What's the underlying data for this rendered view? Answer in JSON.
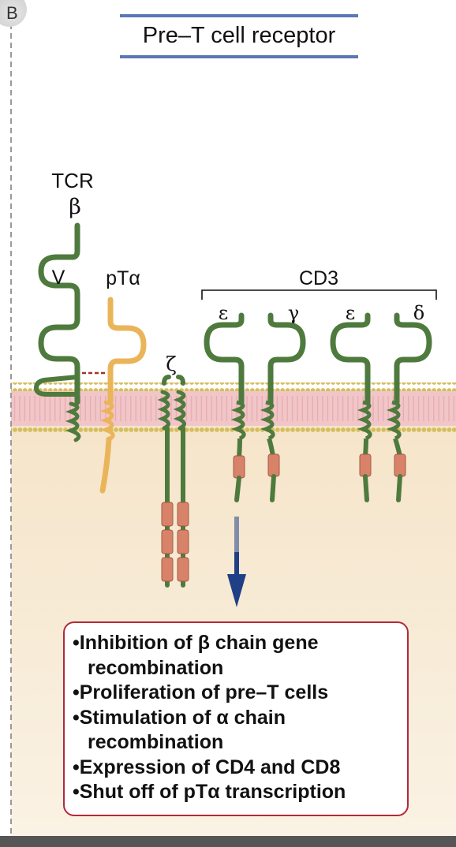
{
  "panel": {
    "label": "B"
  },
  "title": "Pre–T cell receptor",
  "labels": {
    "tcr": "TCR",
    "beta": "β",
    "v_region": "V",
    "pt_alpha": "pTα",
    "zeta": "ζ",
    "cd3": "CD3",
    "cd3_chains": [
      "ε",
      "γ",
      "ε",
      "δ"
    ]
  },
  "outcomes": [
    {
      "text": "•Inhibition of β chain gene",
      "continuation": false
    },
    {
      "text": "recombination",
      "continuation": true
    },
    {
      "text": "•Proliferation of pre–T cells",
      "continuation": false
    },
    {
      "text": "•Stimulation of α chain",
      "continuation": false
    },
    {
      "text": "recombination",
      "continuation": true
    },
    {
      "text": "•Expression of CD4 and CD8",
      "continuation": false
    },
    {
      "text": "•Shut off of pTα transcription",
      "continuation": false
    }
  ],
  "colors": {
    "chain_green": "#4f7a3e",
    "pt_alpha_orange": "#eab55a",
    "itam_salmon": "#d9826a",
    "membrane_pink": "#ebb6b8",
    "membrane_gold": "#d9c26a",
    "cytoplasm": "#f5e6cd",
    "box_border": "#b22a3b",
    "arrow_blue": "#1f3f86",
    "title_bar_blue": "#5a78b5",
    "disulfide": "#a0342c"
  }
}
